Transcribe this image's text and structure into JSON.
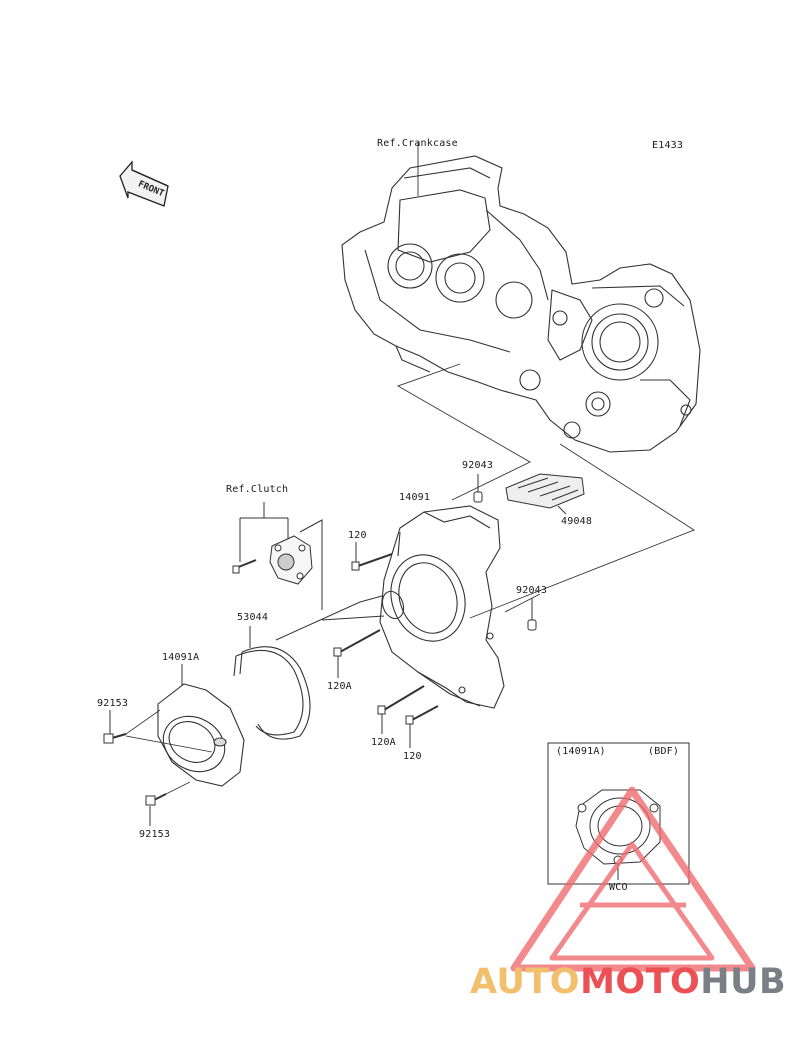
{
  "diagram": {
    "code": "E1433",
    "direction_label": "FRONT",
    "references": {
      "crankcase": "Ref.Crankcase",
      "clutch": "Ref.Clutch"
    },
    "part_labels": {
      "p92043_top": "92043",
      "p14091": "14091",
      "p49048": "49048",
      "p120_top": "120",
      "p92043_mid": "92043",
      "p53044": "53044",
      "p14091A": "14091A",
      "p120A_upper": "120A",
      "p92153_left": "92153",
      "p120A_lower": "120A",
      "p120_bottom": "120",
      "p92153_bottom": "92153"
    },
    "inset": {
      "part": "(14091A)",
      "variant": "(BDF)",
      "note": "WCO"
    }
  },
  "watermark": {
    "part1": "AUTO",
    "part2": "MOTO",
    "part3": "HUB",
    "colors": {
      "auto": "#f2bf6d",
      "moto": "#eb5055",
      "hub": "#7a7f86",
      "triangle": "#ef6a6e"
    }
  }
}
